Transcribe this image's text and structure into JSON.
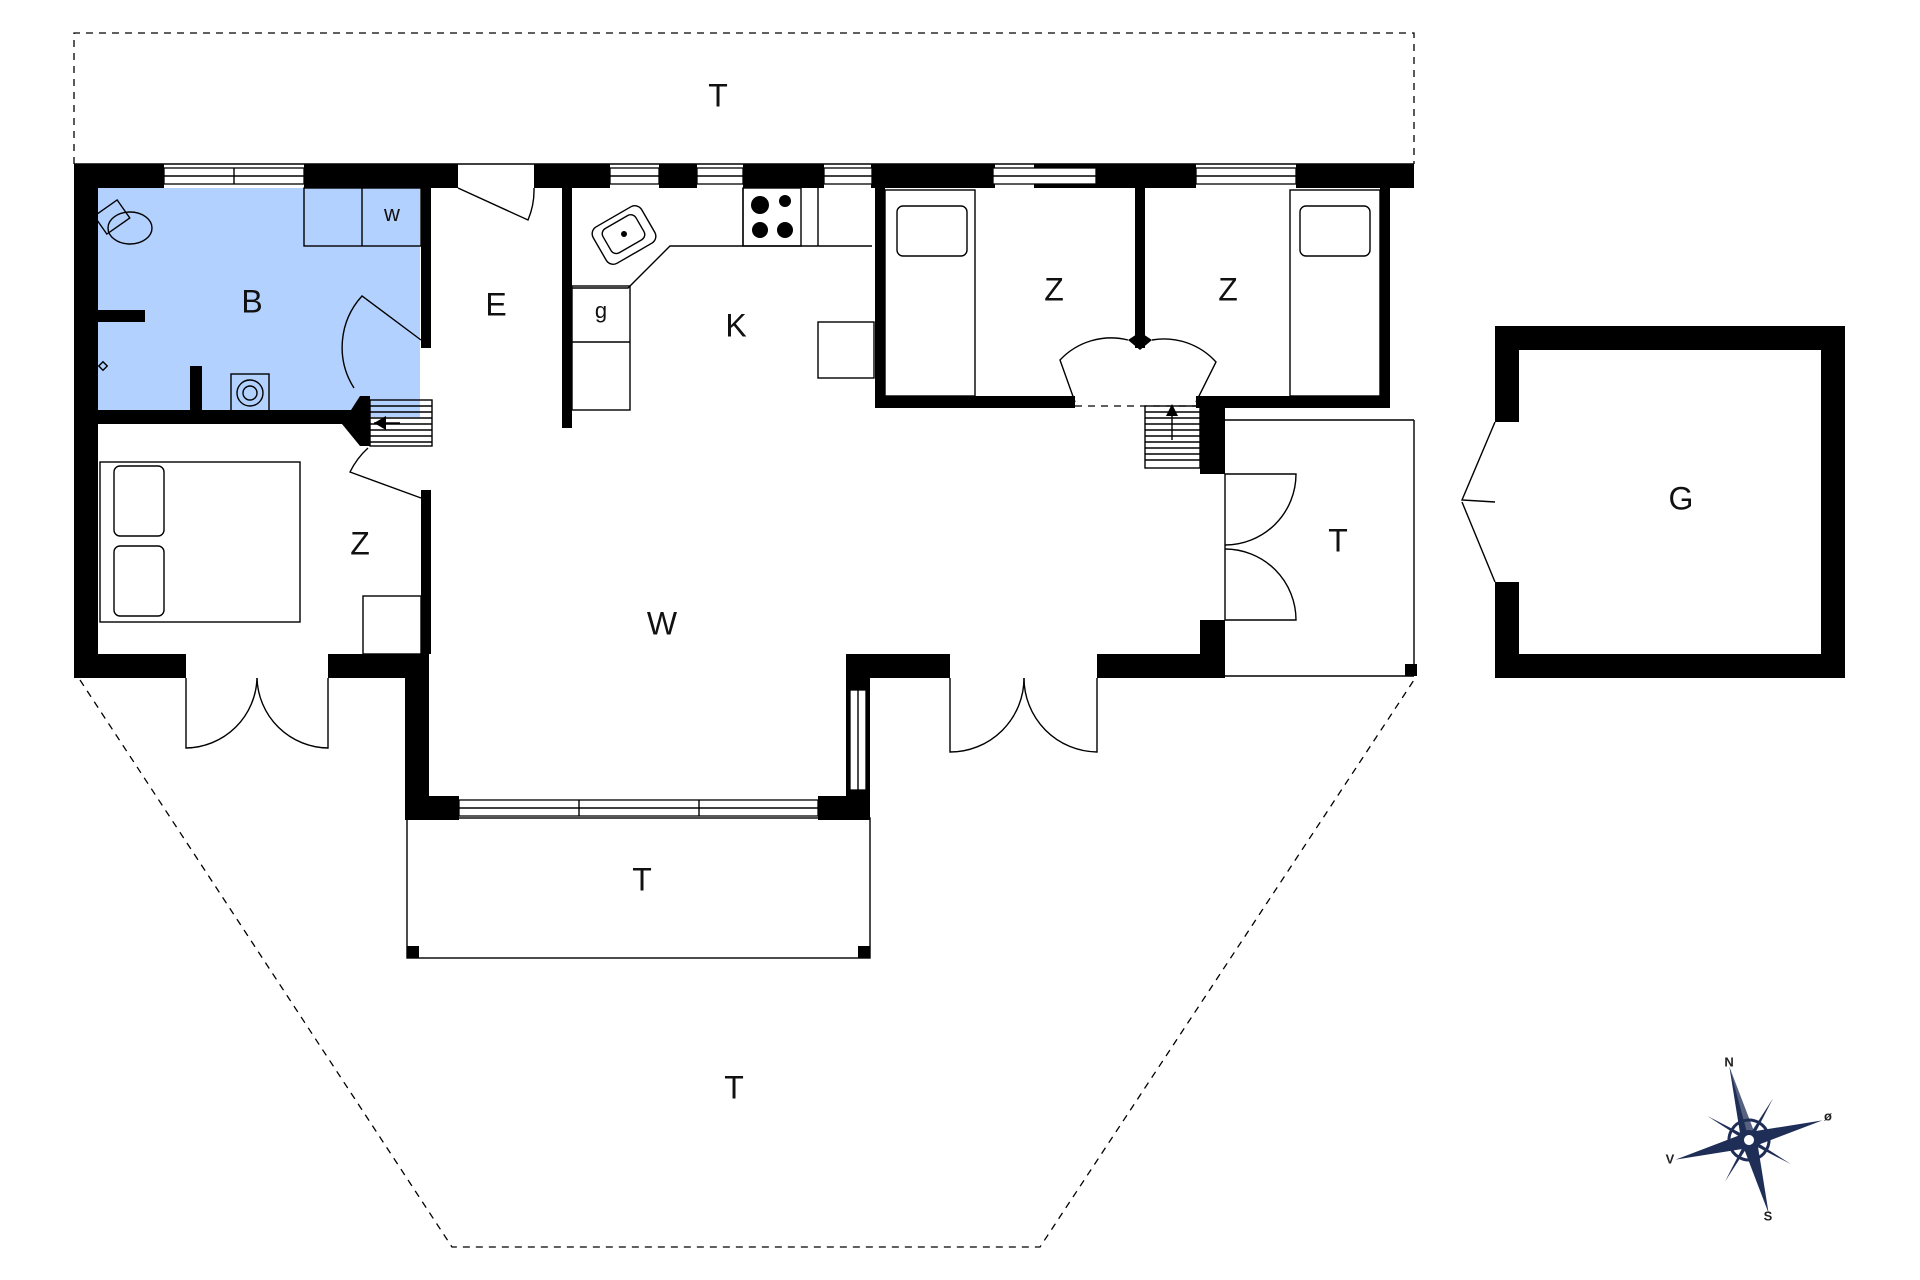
{
  "rooms": {
    "bathroom": "B",
    "entrance": "E",
    "kitchen": "K",
    "bedroom_nw": "Z",
    "bedroom_ne": "Z",
    "bedroom_sw": "Z",
    "living": "W",
    "annex": "T",
    "garage": "G",
    "terrace_north": "T",
    "terrace_south_covered": "T",
    "terrace_south": "T"
  },
  "fixtures": {
    "washer": "w",
    "fridge": "g"
  },
  "compass": {
    "north": "N",
    "east": "ø",
    "south": "S",
    "west": "V"
  },
  "colors": {
    "bathroom_fill": "#b3d1ff",
    "wall": "#000000",
    "compass_navy": "#1f2e56"
  }
}
